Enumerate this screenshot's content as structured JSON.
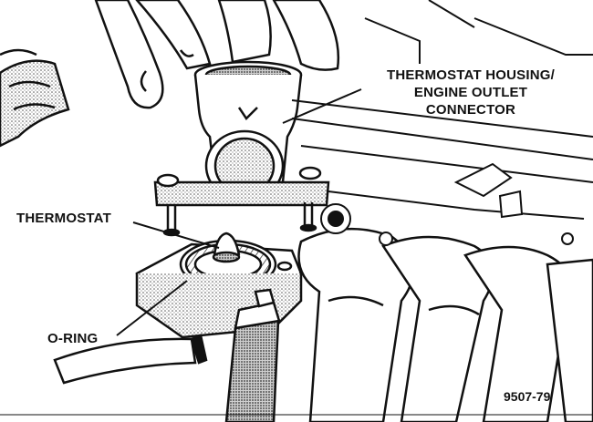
{
  "labels": {
    "housing_line1": "THERMOSTAT HOUSING/",
    "housing_line2": "ENGINE OUTLET",
    "housing_line3": "CONNECTOR",
    "thermostat": "THERMOSTAT",
    "oring": "O-RING"
  },
  "figure_id": "9507-79",
  "colors": {
    "ink": "#111111",
    "paper": "#ffffff",
    "shade": "#9a9a9a"
  }
}
